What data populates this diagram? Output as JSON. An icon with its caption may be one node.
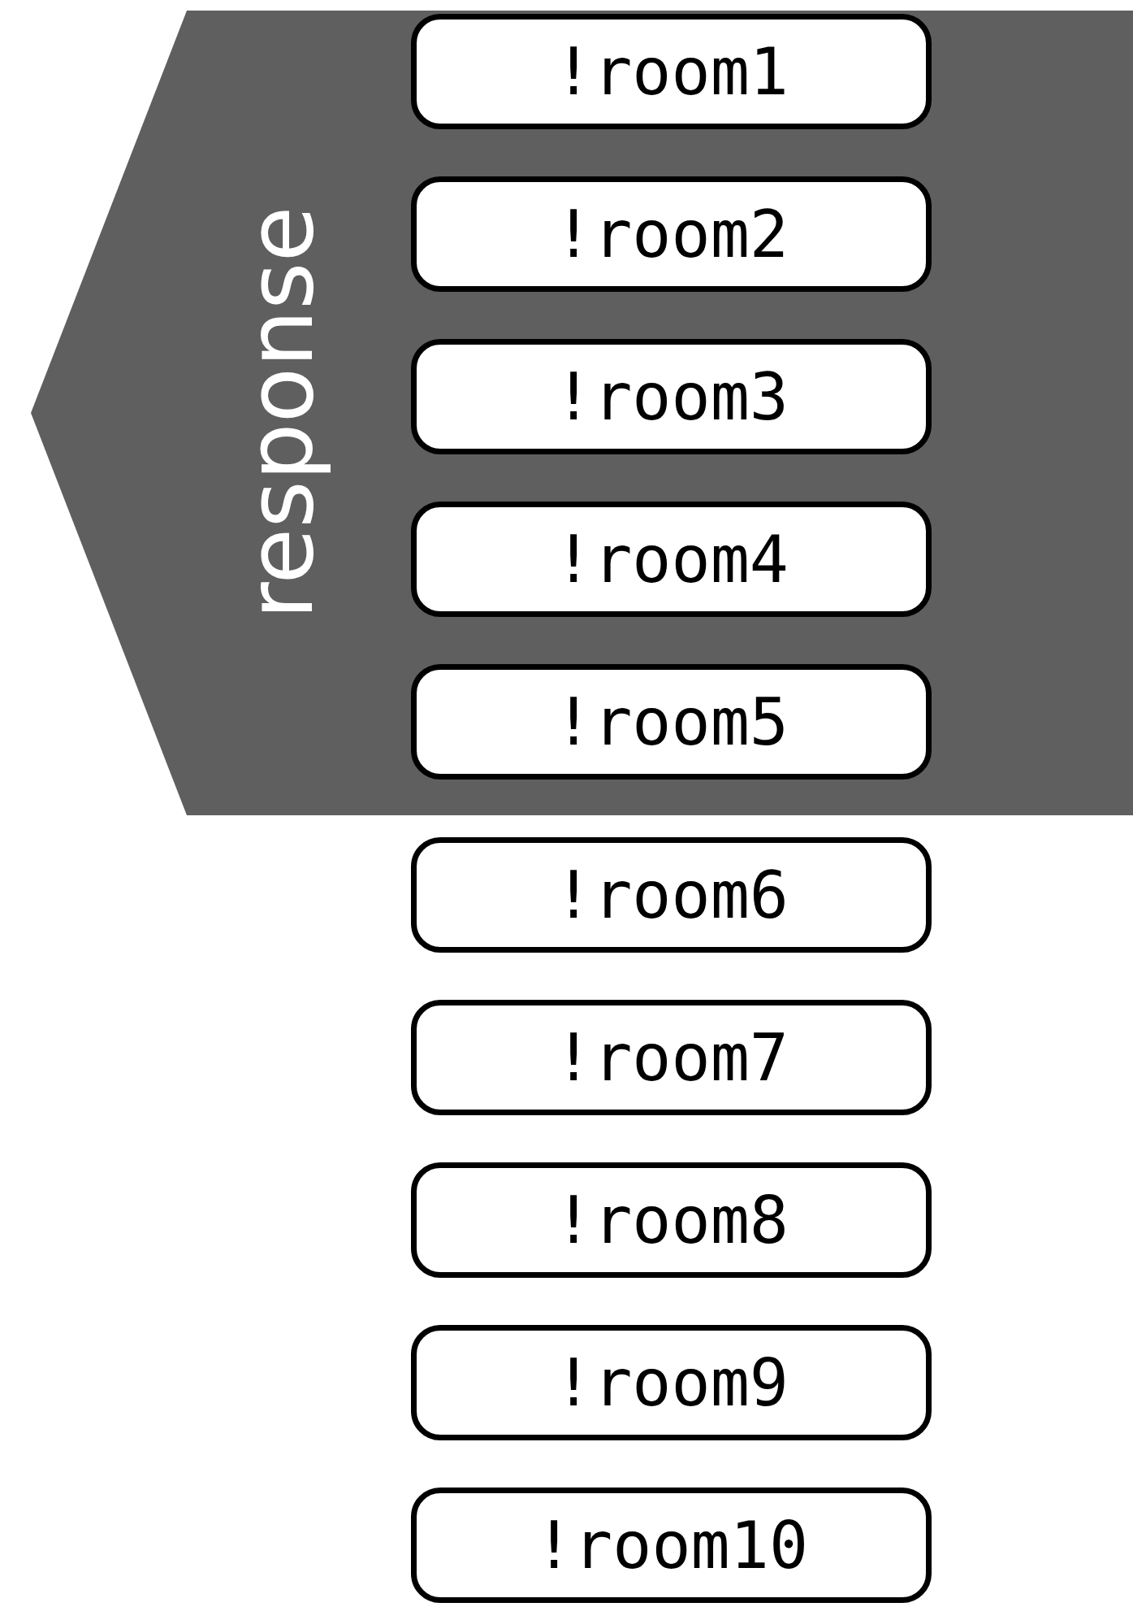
{
  "diagram": {
    "nodes": [
      {
        "text": [
          "response"
        ]
      },
      {
        "text": [
          "!room1"
        ],
        "in": 0
      },
      {
        "text": [
          "!room2"
        ],
        "in": 0
      },
      {
        "text": [
          "!room3"
        ],
        "in": 0
      },
      {
        "text": [
          "!room4"
        ],
        "in": 0
      },
      {
        "text": [
          "!room5"
        ],
        "in": 0
      },
      {
        "text": [
          "!room6"
        ]
      },
      {
        "text": [
          "!room7"
        ]
      },
      {
        "text": [
          "!room8"
        ]
      },
      {
        "text": [
          "!room9"
        ]
      },
      {
        "text": [
          "!room10"
        ]
      }
    ]
  }
}
